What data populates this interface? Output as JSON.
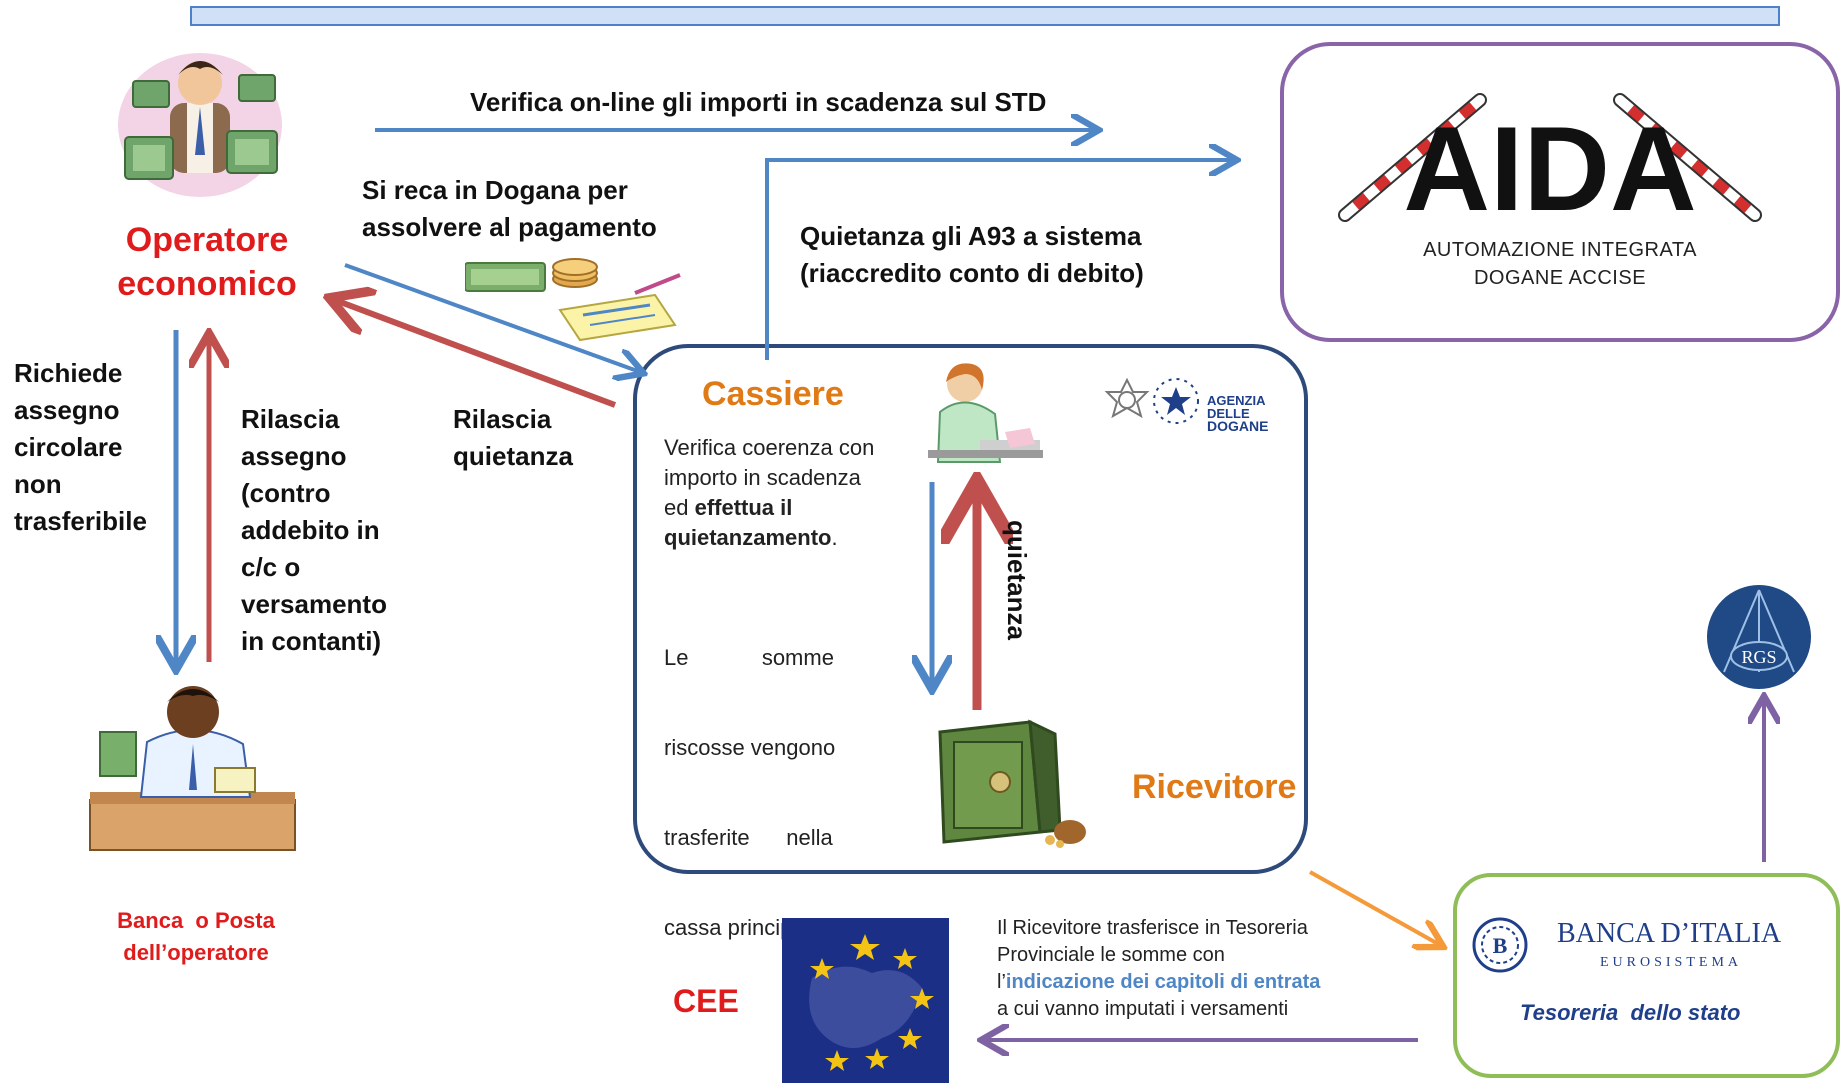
{
  "operatore": {
    "title_line1": "Operatore",
    "title_line2": "economico"
  },
  "edges": {
    "verifica": "Verifica on-line gli importi in scadenza sul STD",
    "si_reca_line1": "Si reca in Dogana per",
    "si_reca_line2": "assolvere al pagamento",
    "quietanza_a93_line1": "Quietanza gli A93 a sistema",
    "quietanza_a93_line2": "(riaccredito conto di debito)",
    "richiede": [
      "Richiede",
      "assegno",
      "circolare",
      "non",
      "trasferibile"
    ],
    "rilascia_assegno": [
      "Rilascia",
      "assegno",
      "(contro",
      "addebito in",
      "c/c  o",
      "versamento",
      "in contanti)"
    ],
    "rilascia_quietanza": [
      "Rilascia",
      "quietanza"
    ],
    "quietanza_vertical": "quietanza"
  },
  "aida": {
    "logo_letters": "AIDA",
    "line1": "AUTOMAZIONE INTEGRATA",
    "line2": "DOGANE ACCISE"
  },
  "cassiere": {
    "title": "Cassiere",
    "p1_a": "Verifica coerenza con",
    "p1_b": "importo in scadenza",
    "p1_c_prefix": "ed ",
    "p1_c_bold": "effettua il",
    "p1_d_bold": "quietanzamento",
    "p1_d_suffix": ".",
    "p2": [
      "Le            somme",
      "riscosse vengono",
      "trasferite      nella",
      "cassa principale"
    ]
  },
  "agenzia": {
    "line1": "AGENZIA",
    "line2": "DELLE",
    "line3": "DOGANE"
  },
  "ricevitore": {
    "title": "Ricevitore"
  },
  "banca_operatore": {
    "line1": "Banca  o Posta",
    "line2": "dell’operatore"
  },
  "cee": {
    "label": "CEE"
  },
  "tesoreria_text": {
    "line1": "Il Ricevitore trasferisce in Tesoreria",
    "line2": "Provinciale  le somme con",
    "line3_prefix": "l’",
    "line3_highlight": "indicazione dei capitoli di entrata",
    "line4": "a cui vanno imputati i versamenti"
  },
  "banca_italia": {
    "name": "BANCA D’ITALIA",
    "sub": "EUROSISTEMA",
    "caption": "Tesoreria  dello stato"
  },
  "rgs": {
    "label": "RGS"
  },
  "colors": {
    "blue_arrow": "#4f86c6",
    "red_arrow": "#c0504d",
    "orange_arrow": "#f59a3b",
    "purple_arrow": "#7e62a3",
    "accent_red": "#e01b1b",
    "accent_orange": "#e07a16"
  }
}
